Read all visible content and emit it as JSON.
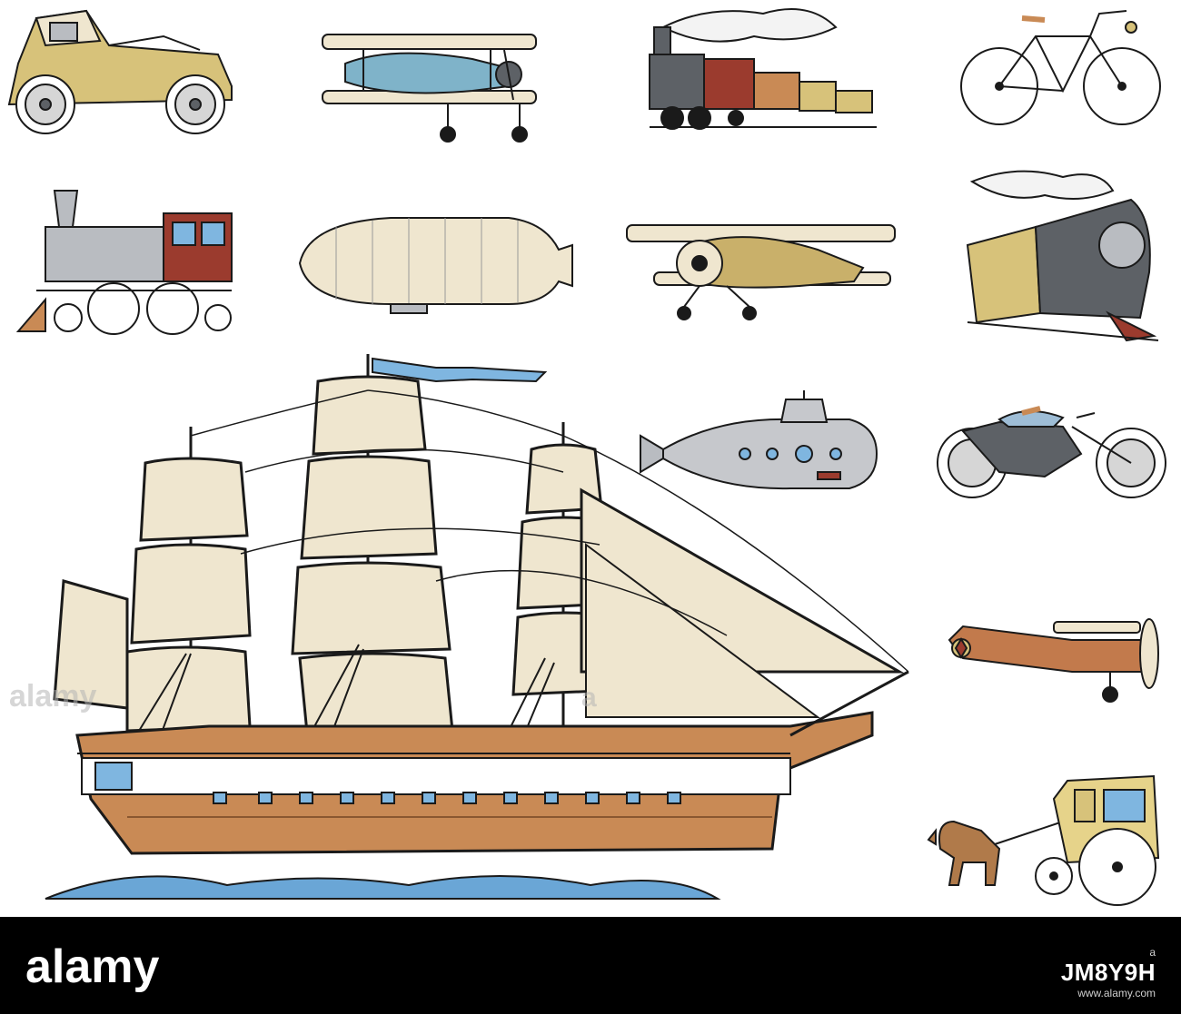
{
  "image": {
    "description_none": "",
    "palette": {
      "ink": "#1a1a1a",
      "sail": "#efe6cf",
      "hull": "#c98a55",
      "hull_dark": "#8a5730",
      "sea": "#6aa6d6",
      "flag": "#7fb6e0",
      "brass": "#d7c27a",
      "steel": "#b9bcc1",
      "dark_steel": "#5d6166",
      "train_red": "#9b3b2e",
      "plane_blue": "#7fb3c9",
      "plane_tan": "#c9b06a",
      "copper": "#c27a4c",
      "horse": "#b07a4a",
      "carriage": "#e6d38a"
    }
  },
  "watermark": {
    "logo": "alamy",
    "stock_label": "a",
    "image_code": "JM8Y9H",
    "url": "www.alamy.com"
  },
  "faint_marks": {
    "left": "alamy",
    "mid": "a"
  }
}
